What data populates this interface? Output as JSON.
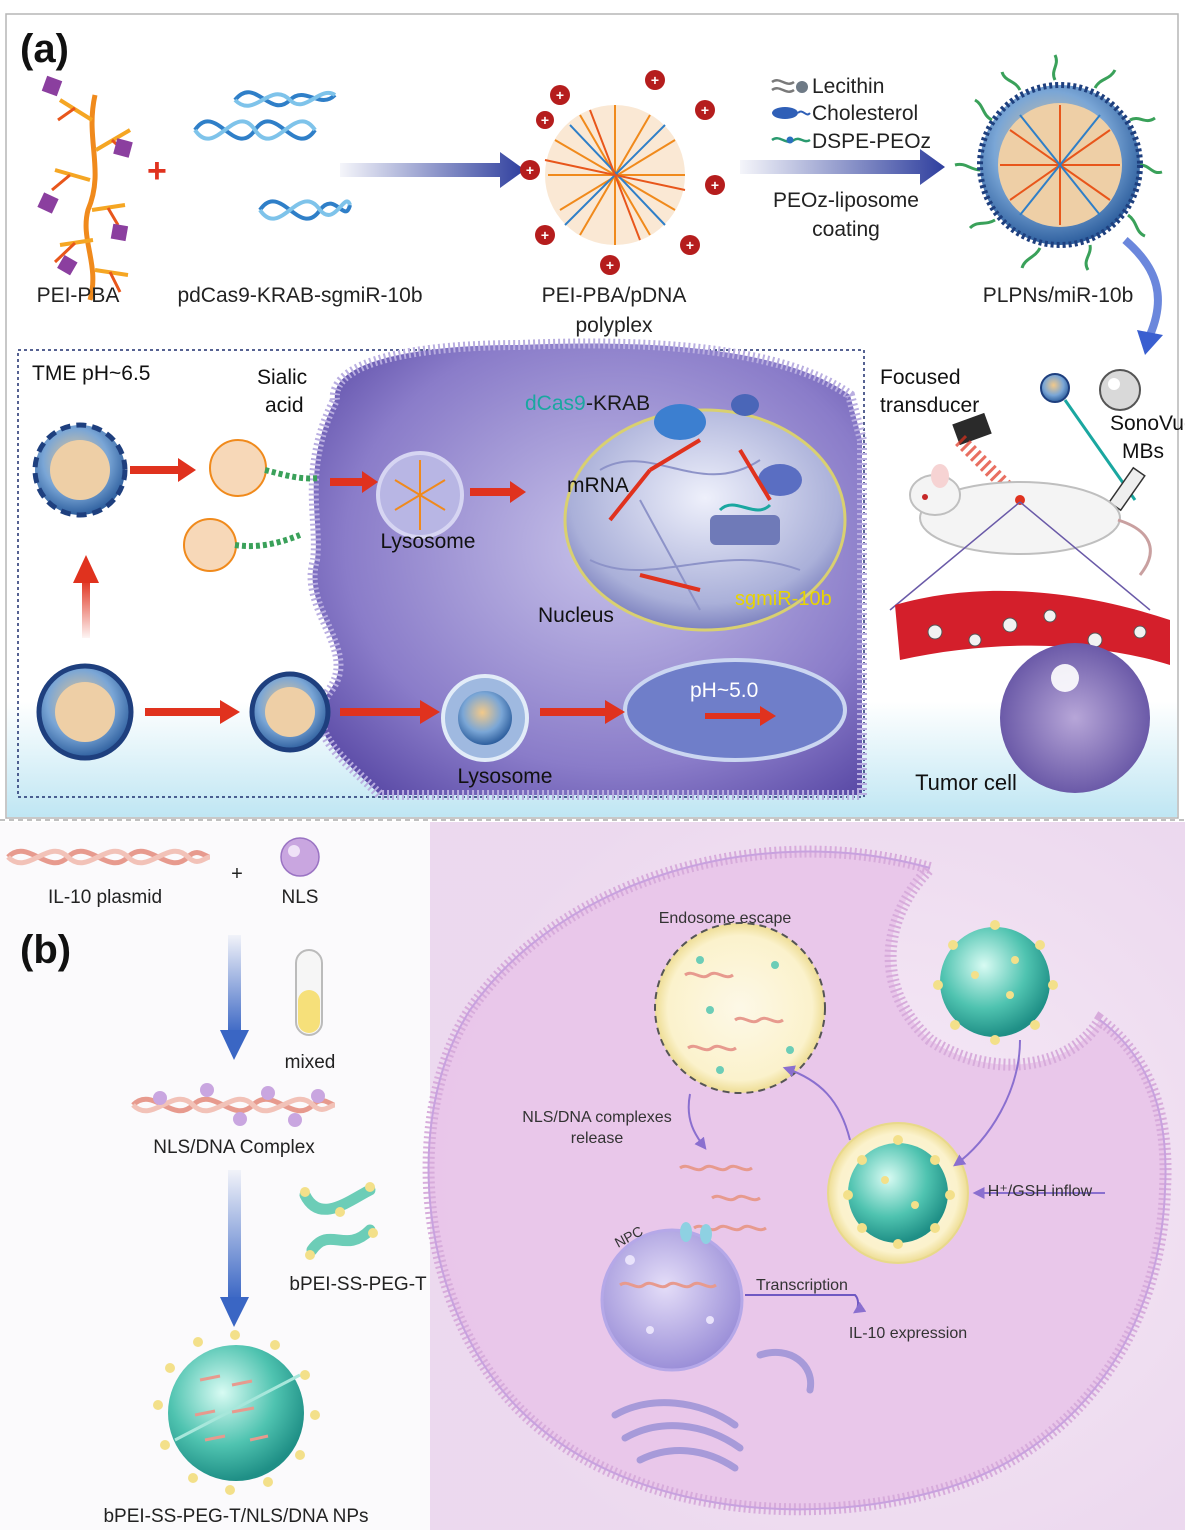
{
  "panel_a": {
    "label": "(a)",
    "top": {
      "pei_pba": "PEI-PBA",
      "plasmid": "pdCas9-KRAB-sgmiR-10b",
      "polyplex_line1": "PEI-PBA/pDNA",
      "polyplex_line2": "polyplex",
      "legend_lecithin": "Lecithin",
      "legend_cholesterol": "Cholesterol",
      "legend_dspe": "DSPE-PEOz",
      "coating_line1": "PEOz-liposome",
      "coating_line2": "coating",
      "plpns": "PLPNs/miR-10b"
    },
    "cell": {
      "tme": "TME pH~6.5",
      "sialic_line1": "Sialic",
      "sialic_line2": "acid",
      "lysosome_upper": "Lysosome",
      "lysosome_lower": "Lysosome",
      "dcas9": "dCas9",
      "krab": "-KRAB",
      "mrna": "mRNA",
      "nucleus": "Nucleus",
      "sgmir": "sgmiR-10b",
      "ph5": "pH~5.0"
    },
    "mouse": {
      "focused_line1": "Focused",
      "focused_line2": "transducer",
      "sonovue_line1": "SonoVue",
      "sonovue_line2": "MBs",
      "tumor": "Tumor cell"
    }
  },
  "panel_b": {
    "label": "(b)",
    "il10": "IL-10 plasmid",
    "plus": "+",
    "nls": "NLS",
    "mixed": "mixed",
    "complex": "NLS/DNA Complex",
    "bpei": "bPEI-SS-PEG-T",
    "nps": "bPEI-SS-PEG-T/NLS/DNA NPs",
    "endosome": "Endosome escape",
    "release_line1": "NLS/DNA complexes",
    "release_line2": "release",
    "h_gsh": "H⁺/GSH inflow",
    "npc": "NPC",
    "transcription": "Transcription",
    "expression": "IL-10 expression"
  },
  "colors": {
    "arrow_blue": "#2f3f9e",
    "arrow_red": "#e0321e",
    "membrane_purple": "#a48fd0",
    "pink_bg": "#f3d6ea",
    "teal_np": "#4fc3b0",
    "sgmir_yellow": "#e8d400",
    "dcas9_teal": "#1aa7a0"
  }
}
